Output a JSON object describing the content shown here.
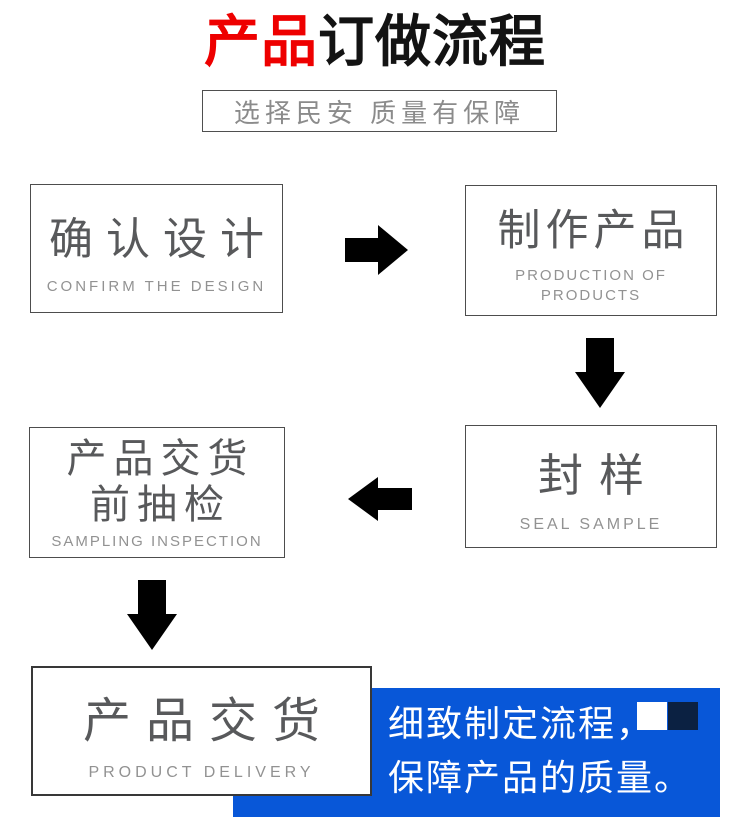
{
  "header": {
    "title_red": "产品",
    "title_black": "订做流程",
    "subtitle": "选择民安 质量有保障"
  },
  "colors": {
    "title_red": "#ee0000",
    "title_black": "#131313",
    "box_border": "#4d4d4d",
    "box_text": "#58595b",
    "box_subtext": "#929292",
    "arrow": "#000000",
    "callout_bg": "#0857d8",
    "callout_text": "#ffffff",
    "square_white": "#ffffff",
    "square_navy": "#0b2142"
  },
  "steps": [
    {
      "zh": "确认设计",
      "en": "CONFIRM THE DESIGN"
    },
    {
      "zh": "制作产品",
      "en_line1": "PRODUCTION OF",
      "en_line2": "PRODUCTS"
    },
    {
      "zh": "封样",
      "en": "SEAL SAMPLE"
    },
    {
      "zh_line1": "产品交货",
      "zh_line2": "前抽检",
      "en": "SAMPLING INSPECTION"
    },
    {
      "zh": "产品交货",
      "en": "PRODUCT DELIVERY"
    }
  ],
  "arrows": [
    {
      "direction": "right"
    },
    {
      "direction": "down"
    },
    {
      "direction": "left"
    },
    {
      "direction": "down"
    }
  ],
  "callout": {
    "line1": "细致制定流程，",
    "line2": "保障产品的质量。"
  }
}
